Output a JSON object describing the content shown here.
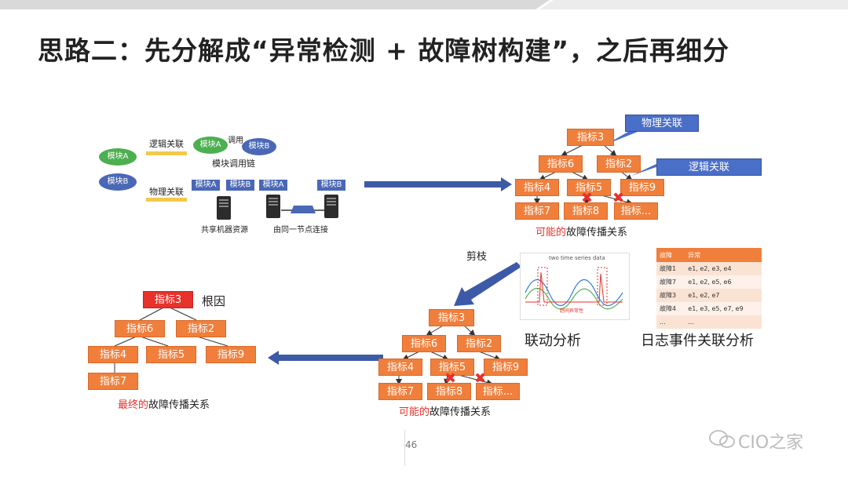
{
  "title": "思路二：先分解成“异常检测 + 故障树构建”，之后再细分",
  "page_number": "46",
  "watermark": "CIO之家",
  "top_left": {
    "module_a": "模块A",
    "module_b": "模块B",
    "logic_relation": "逻辑关联",
    "call": "调用",
    "call_chain": "模块调用链",
    "physical_relation": "物理关联",
    "shared_resource": "共享机器资源",
    "same_node": "由同一节点连接"
  },
  "nodes": {
    "m3": "指标3",
    "m6": "指标6",
    "m2": "指标2",
    "m4": "指标4",
    "m5": "指标5",
    "m9": "指标9",
    "m7": "指标7",
    "m8": "指标8",
    "m_more": "指标..."
  },
  "callouts": {
    "physical": "物理关联",
    "logic": "逻辑关联"
  },
  "captions": {
    "possible_red": "可能的",
    "propagation": "故障传播关系",
    "final_red": "最终的",
    "prune": "剪枝",
    "root_cause": "根因",
    "linkage": "联动分析",
    "log_analysis": "日志事件关联分析"
  },
  "timeseries_title": "two time series data",
  "timeseries_annotation": "趋同异常性",
  "log_table": {
    "headers": [
      "故障",
      "异常"
    ],
    "rows": [
      [
        "故障1",
        "e1, e2, e3, e4"
      ],
      [
        "故障7",
        "e1, e2, e5, e6"
      ],
      [
        "故障3",
        "e1, e2, e7"
      ],
      [
        "故障4",
        "e1, e3, e5, e7, e9"
      ],
      [
        "...",
        "..."
      ]
    ]
  },
  "colors": {
    "node": "#f07f3c",
    "root": "#e8312b",
    "arrow": "#3d5aa8",
    "green": "#4caf50"
  }
}
